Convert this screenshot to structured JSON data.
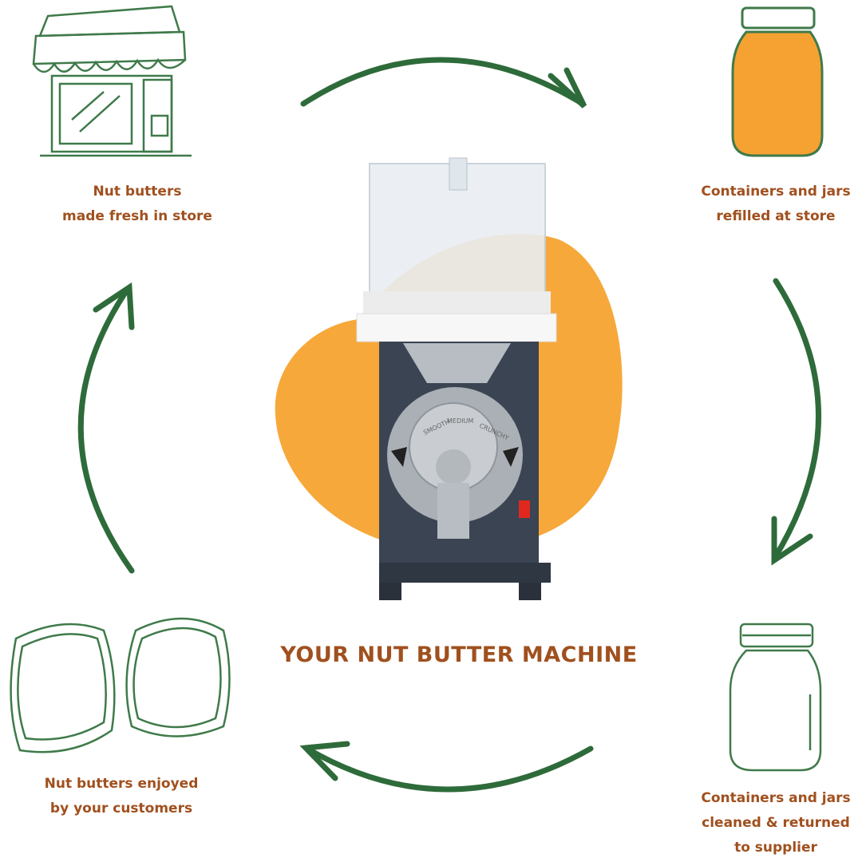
{
  "colors": {
    "arrow": "#2e6b3a",
    "text": "#a0501e",
    "blob": "#f7a83a",
    "icon": "#3f7a4a",
    "jar_fill": "#f5a233",
    "machine_body": "#3b4452"
  },
  "title": "YOUR NUT BUTTER MACHINE",
  "steps": [
    {
      "icon": "storefront-icon",
      "lines": [
        "Nut butters",
        "made fresh in store"
      ]
    },
    {
      "icon": "filled-jar-icon",
      "lines": [
        "Containers and jars",
        "refilled at store"
      ]
    },
    {
      "icon": "empty-jar-icon",
      "lines": [
        "Containers and jars",
        "cleaned & returned",
        "to supplier"
      ]
    },
    {
      "icon": "containers-icon",
      "lines": [
        "Nut butters enjoyed",
        "by your customers"
      ]
    }
  ],
  "machine": {
    "dial_labels": [
      "SMOOTH",
      "MEDIUM",
      "CRUNCHY"
    ]
  }
}
